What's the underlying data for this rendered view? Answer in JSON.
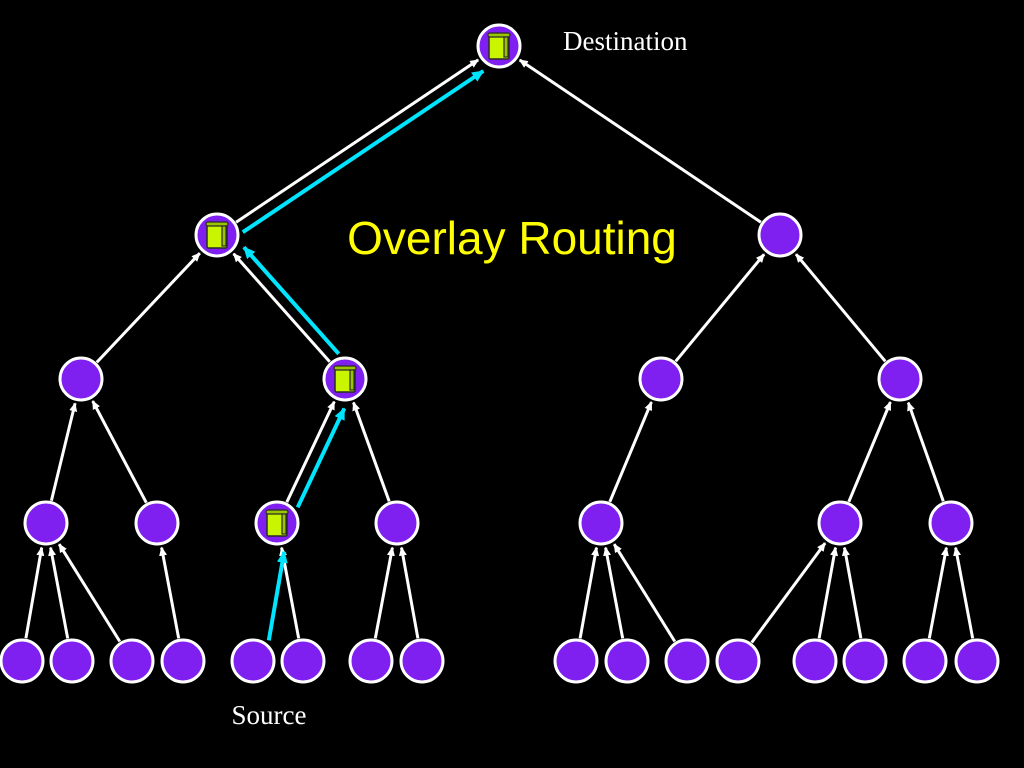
{
  "title": "Overlay Routing",
  "labels": {
    "destination": "Destination",
    "source": "Source"
  },
  "colors": {
    "background": "#000000",
    "node_fill": "#7f1ff0",
    "node_stroke": "#ffffff",
    "tree_edge": "#ffffff",
    "route_arrow": "#00e5ff",
    "title_text": "#ffff00",
    "label_text": "#ffffff",
    "data_icon": "#c9f500"
  },
  "icons": {
    "data_packet": "data-scroll-icon"
  },
  "diagram": {
    "nodes": [
      {
        "id": "root",
        "has_data": true
      },
      {
        "id": "l1-left",
        "has_data": true
      },
      {
        "id": "l1-right",
        "has_data": false
      },
      {
        "id": "l2-a",
        "has_data": false
      },
      {
        "id": "l2-b",
        "has_data": true
      },
      {
        "id": "l2-c",
        "has_data": false
      },
      {
        "id": "l2-d",
        "has_data": false
      },
      {
        "id": "l3-a",
        "has_data": false
      },
      {
        "id": "l3-b",
        "has_data": false
      },
      {
        "id": "l3-c",
        "has_data": true
      },
      {
        "id": "l3-d",
        "has_data": false
      },
      {
        "id": "l3-e",
        "has_data": false
      },
      {
        "id": "l3-f",
        "has_data": false
      },
      {
        "id": "l3-g",
        "has_data": false
      },
      {
        "id": "leaf-1",
        "has_data": false
      },
      {
        "id": "leaf-2",
        "has_data": false
      },
      {
        "id": "leaf-3",
        "has_data": false
      },
      {
        "id": "leaf-4",
        "has_data": false
      },
      {
        "id": "leaf-5",
        "has_data": false
      },
      {
        "id": "leaf-6",
        "has_data": false
      },
      {
        "id": "leaf-7",
        "has_data": false
      },
      {
        "id": "leaf-8",
        "has_data": false
      },
      {
        "id": "leaf-9",
        "has_data": false
      },
      {
        "id": "leaf-10",
        "has_data": false
      },
      {
        "id": "leaf-11",
        "has_data": false
      },
      {
        "id": "leaf-12",
        "has_data": false
      },
      {
        "id": "leaf-13",
        "has_data": false
      },
      {
        "id": "leaf-14",
        "has_data": false
      },
      {
        "id": "leaf-15",
        "has_data": false
      },
      {
        "id": "leaf-16",
        "has_data": false
      }
    ],
    "edges": [
      {
        "from": "l1-left",
        "to": "root"
      },
      {
        "from": "l1-right",
        "to": "root"
      },
      {
        "from": "l2-a",
        "to": "l1-left"
      },
      {
        "from": "l2-b",
        "to": "l1-left"
      },
      {
        "from": "l2-c",
        "to": "l1-right"
      },
      {
        "from": "l2-d",
        "to": "l1-right"
      },
      {
        "from": "l3-a",
        "to": "l2-a"
      },
      {
        "from": "l3-b",
        "to": "l2-a"
      },
      {
        "from": "l3-c",
        "to": "l2-b"
      },
      {
        "from": "l3-d",
        "to": "l2-b"
      },
      {
        "from": "l3-e",
        "to": "l2-c"
      },
      {
        "from": "l3-f",
        "to": "l2-d"
      },
      {
        "from": "l3-g",
        "to": "l2-d"
      },
      {
        "from": "leaf-1",
        "to": "l3-a"
      },
      {
        "from": "leaf-2",
        "to": "l3-a"
      },
      {
        "from": "leaf-3",
        "to": "l3-a"
      },
      {
        "from": "leaf-4",
        "to": "l3-b"
      },
      {
        "from": "leaf-6",
        "to": "l3-c"
      },
      {
        "from": "leaf-7",
        "to": "l3-d"
      },
      {
        "from": "leaf-8",
        "to": "l3-d"
      },
      {
        "from": "leaf-9",
        "to": "l3-e"
      },
      {
        "from": "leaf-10",
        "to": "l3-e"
      },
      {
        "from": "leaf-11",
        "to": "l3-e"
      },
      {
        "from": "leaf-12",
        "to": "l3-f"
      },
      {
        "from": "leaf-13",
        "to": "l3-f"
      },
      {
        "from": "leaf-14",
        "to": "l3-f"
      },
      {
        "from": "leaf-15",
        "to": "l3-g"
      },
      {
        "from": "leaf-16",
        "to": "l3-g"
      }
    ],
    "route": [
      {
        "from": "leaf-5",
        "to": "l3-c"
      },
      {
        "from": "l3-c",
        "to": "l2-b"
      },
      {
        "from": "l2-b",
        "to": "l1-left"
      },
      {
        "from": "l1-left",
        "to": "root"
      }
    ]
  }
}
